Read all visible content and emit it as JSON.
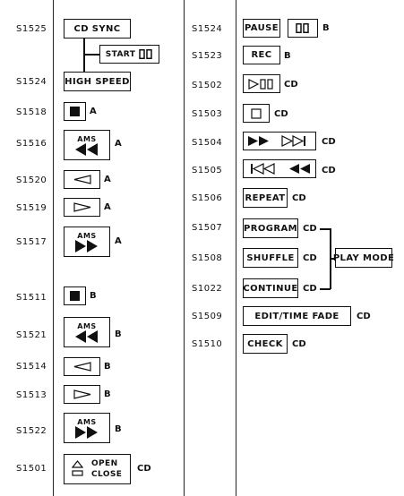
{
  "left_codes": [
    "S1525",
    "S1524",
    "S1518",
    "S1516",
    "S1520",
    "S1519",
    "S1517",
    "S1511",
    "S1521",
    "S1514",
    "S1513",
    "S1522",
    "S1501"
  ],
  "right_codes": [
    "S1524",
    "S1523",
    "S1502",
    "S1503",
    "S1504",
    "S1505",
    "S1506",
    "S1507",
    "S1508",
    "S1022",
    "S1509",
    "S1510"
  ],
  "buttons": {
    "cd_sync": "CD SYNC",
    "start": "START",
    "high_speed": "HIGH SPEED",
    "ams": "AMS",
    "open": "OPEN",
    "close": "CLOSE",
    "pause": "PAUSE",
    "rec": "REC",
    "repeat": "REPEAT",
    "program": "PROGRAM",
    "shuffle": "SHUFFLE",
    "continue": "CONTINUE",
    "play_mode": "PLAY MODE",
    "edit_time_fade": "EDIT/TIME FADE",
    "check": "CHECK"
  },
  "deck_labels": {
    "a": "A",
    "b": "B",
    "cd": "CD"
  }
}
